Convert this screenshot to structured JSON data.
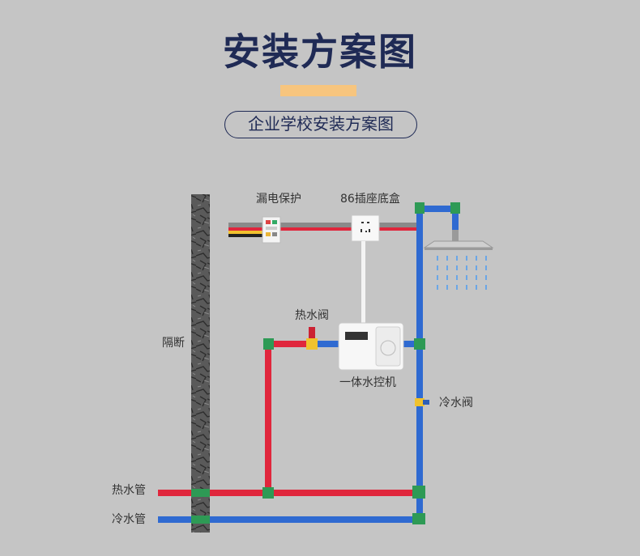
{
  "header": {
    "title": "安装方案图",
    "subtitle": "企业学校安装方案图"
  },
  "labels": {
    "leakage": "漏电保护",
    "socket": "86插座底盒",
    "hot_valve": "热水阀",
    "controller": "一体水控机",
    "cold_valve": "冷水阀",
    "partition": "隔断",
    "hot_pipe": "热水管",
    "cold_pipe": "冷水管"
  },
  "colors": {
    "hot": "#e0263c",
    "cold": "#2f6ad1",
    "fitting": "#2e9a55",
    "wire_red": "#e0263c",
    "wire_yellow": "#f2c12e",
    "wire_black": "#222222",
    "conduit": "#8a8a8a"
  }
}
